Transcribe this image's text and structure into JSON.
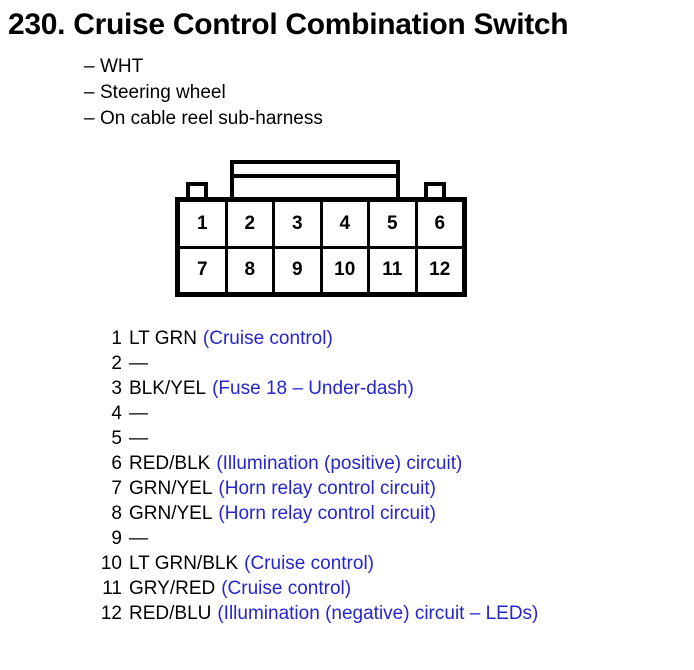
{
  "title": "230. Cruise Control Combination Switch",
  "bullets": [
    {
      "dash": "–",
      "text": "WHT"
    },
    {
      "dash": "–",
      "text": "Steering wheel"
    },
    {
      "dash": "–",
      "text": "On cable reel sub-harness"
    }
  ],
  "connector": {
    "rows": [
      {
        "cells": [
          "1",
          "2",
          "3",
          "4",
          "5",
          "6"
        ]
      },
      {
        "cells": [
          "7",
          "8",
          "9",
          "10",
          "11",
          "12"
        ]
      }
    ]
  },
  "pins": [
    {
      "num": "1",
      "wire": "LT GRN",
      "desc": "(Cruise control)"
    },
    {
      "num": "2",
      "wire": "—",
      "desc": ""
    },
    {
      "num": "3",
      "wire": "BLK/YEL",
      "desc": "(Fuse 18 – Under-dash)"
    },
    {
      "num": "4",
      "wire": "—",
      "desc": ""
    },
    {
      "num": "5",
      "wire": "—",
      "desc": ""
    },
    {
      "num": "6",
      "wire": "RED/BLK",
      "desc": "(Illumination (positive) circuit)"
    },
    {
      "num": "7",
      "wire": "GRN/YEL",
      "desc": "(Horn relay control circuit)"
    },
    {
      "num": "8",
      "wire": "GRN/YEL",
      "desc": "(Horn relay control circuit)"
    },
    {
      "num": "9",
      "wire": "—",
      "desc": ""
    },
    {
      "num": "10",
      "wire": "LT GRN/BLK",
      "desc": "(Cruise control)"
    },
    {
      "num": "11",
      "wire": "GRY/RED",
      "desc": "(Cruise control)"
    },
    {
      "num": "12",
      "wire": "RED/BLU",
      "desc": "(Illumination (negative) circuit – LEDs)"
    }
  ],
  "colors": {
    "description_blue": "#2626cc",
    "ink_black": "#000000",
    "page_background": "#ffffff"
  }
}
